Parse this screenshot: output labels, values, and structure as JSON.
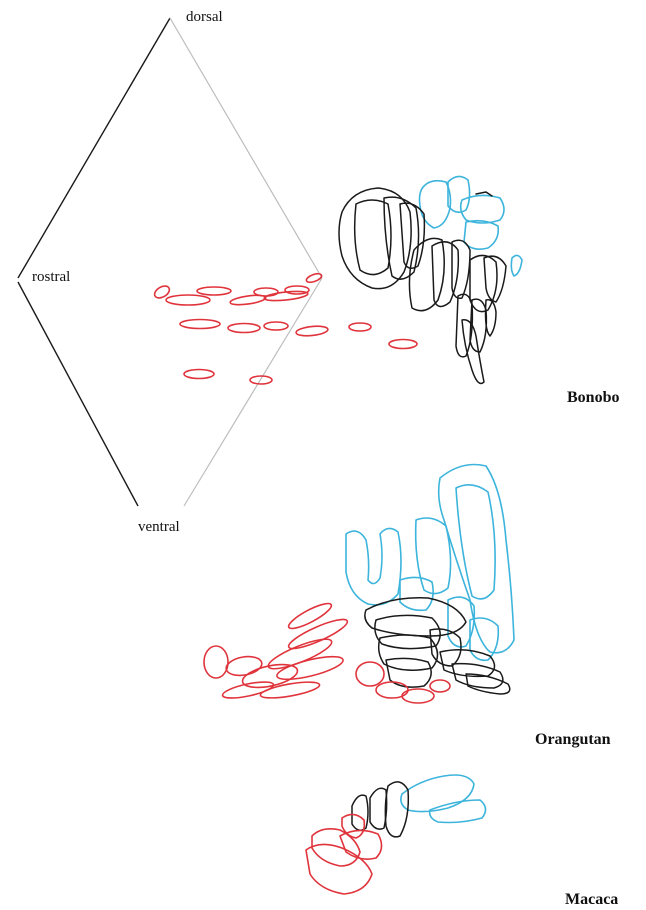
{
  "orientation": {
    "dorsal": "dorsal",
    "rostral": "rostral",
    "ventral": "ventral"
  },
  "species": {
    "bonobo": "Bonobo",
    "orangutan": "Orangutan",
    "macaca": "Macaca"
  },
  "colors": {
    "red_group": "#e0343c",
    "cyan_group": "#3cb4dc",
    "black_group": "#1a1a1a",
    "frame_dark": "#1a1a1a",
    "frame_light": "#bdbdbd"
  }
}
